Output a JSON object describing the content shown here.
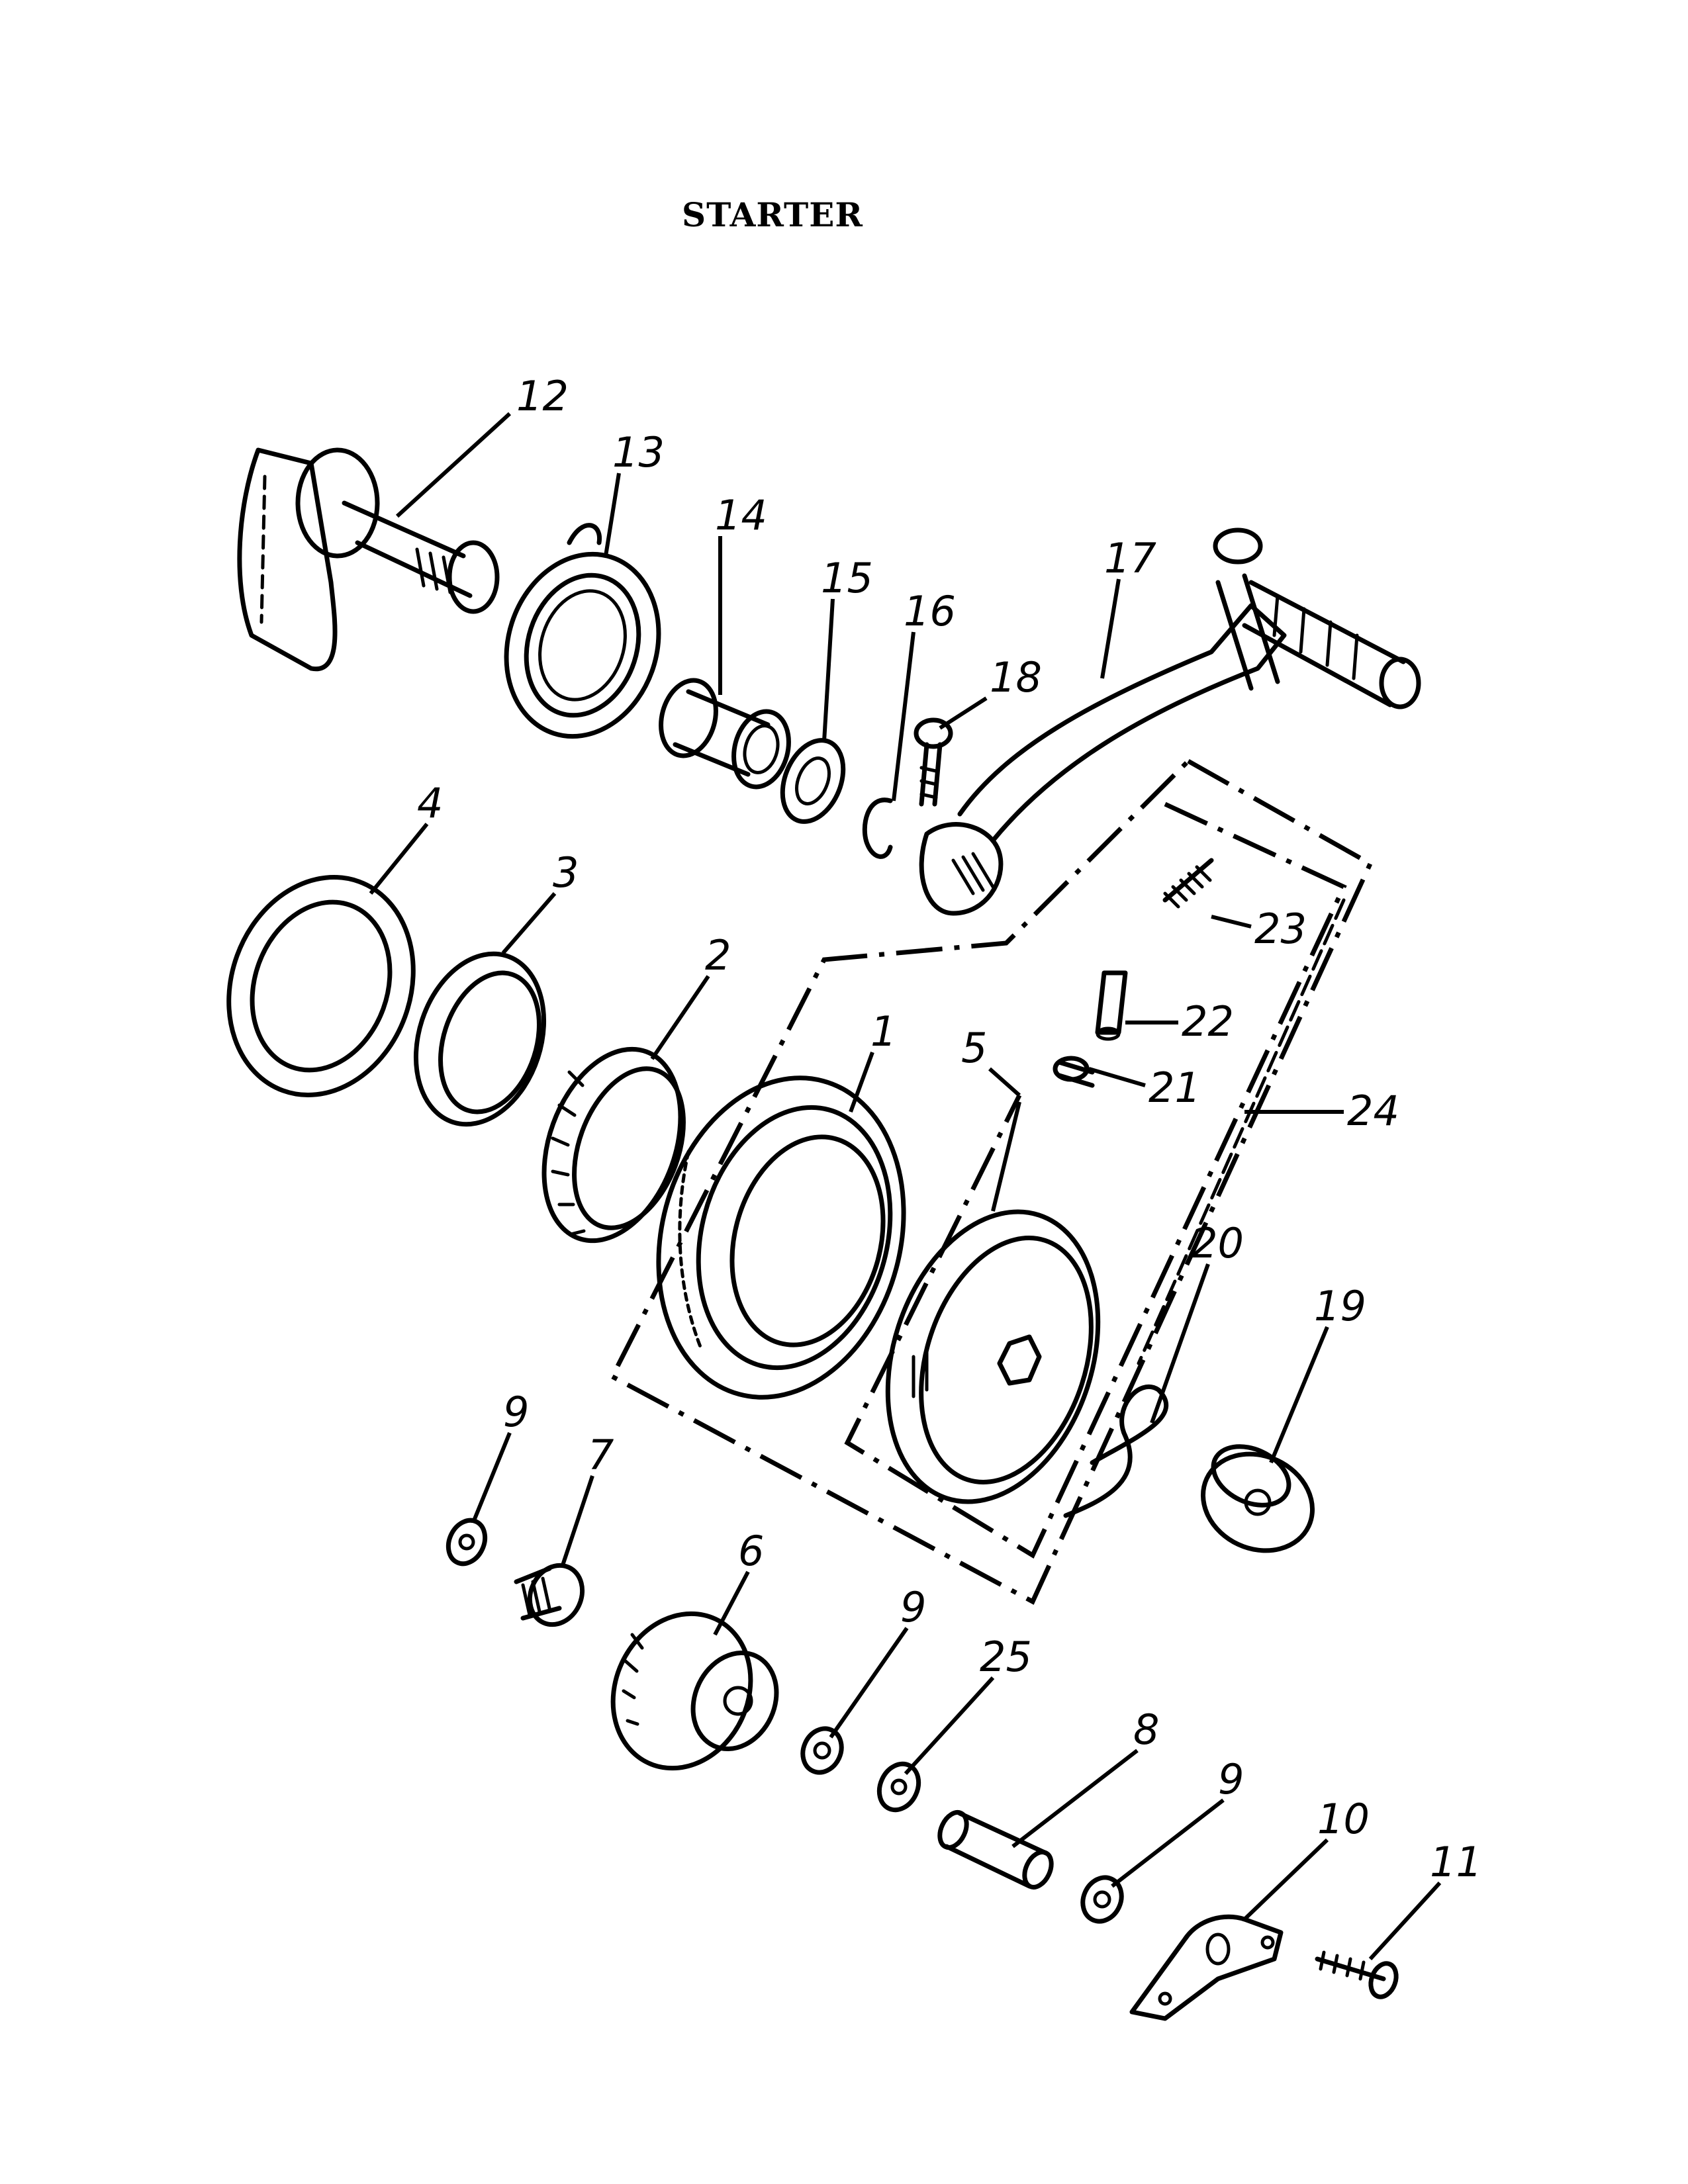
{
  "title": "STARTER",
  "callouts": {
    "c1": "1",
    "c2": "2",
    "c3": "3",
    "c4": "4",
    "c5": "5",
    "c6": "6",
    "c7": "7",
    "c8": "8",
    "c9a": "9",
    "c9b": "9",
    "c9c": "9",
    "c10": "10",
    "c11": "11",
    "c12": "12",
    "c13": "13",
    "c14": "14",
    "c15": "15",
    "c16": "16",
    "c17": "17",
    "c18": "18",
    "c19": "19",
    "c20": "20",
    "c21": "21",
    "c22": "22",
    "c23": "23",
    "c24": "24",
    "c25": "25"
  }
}
